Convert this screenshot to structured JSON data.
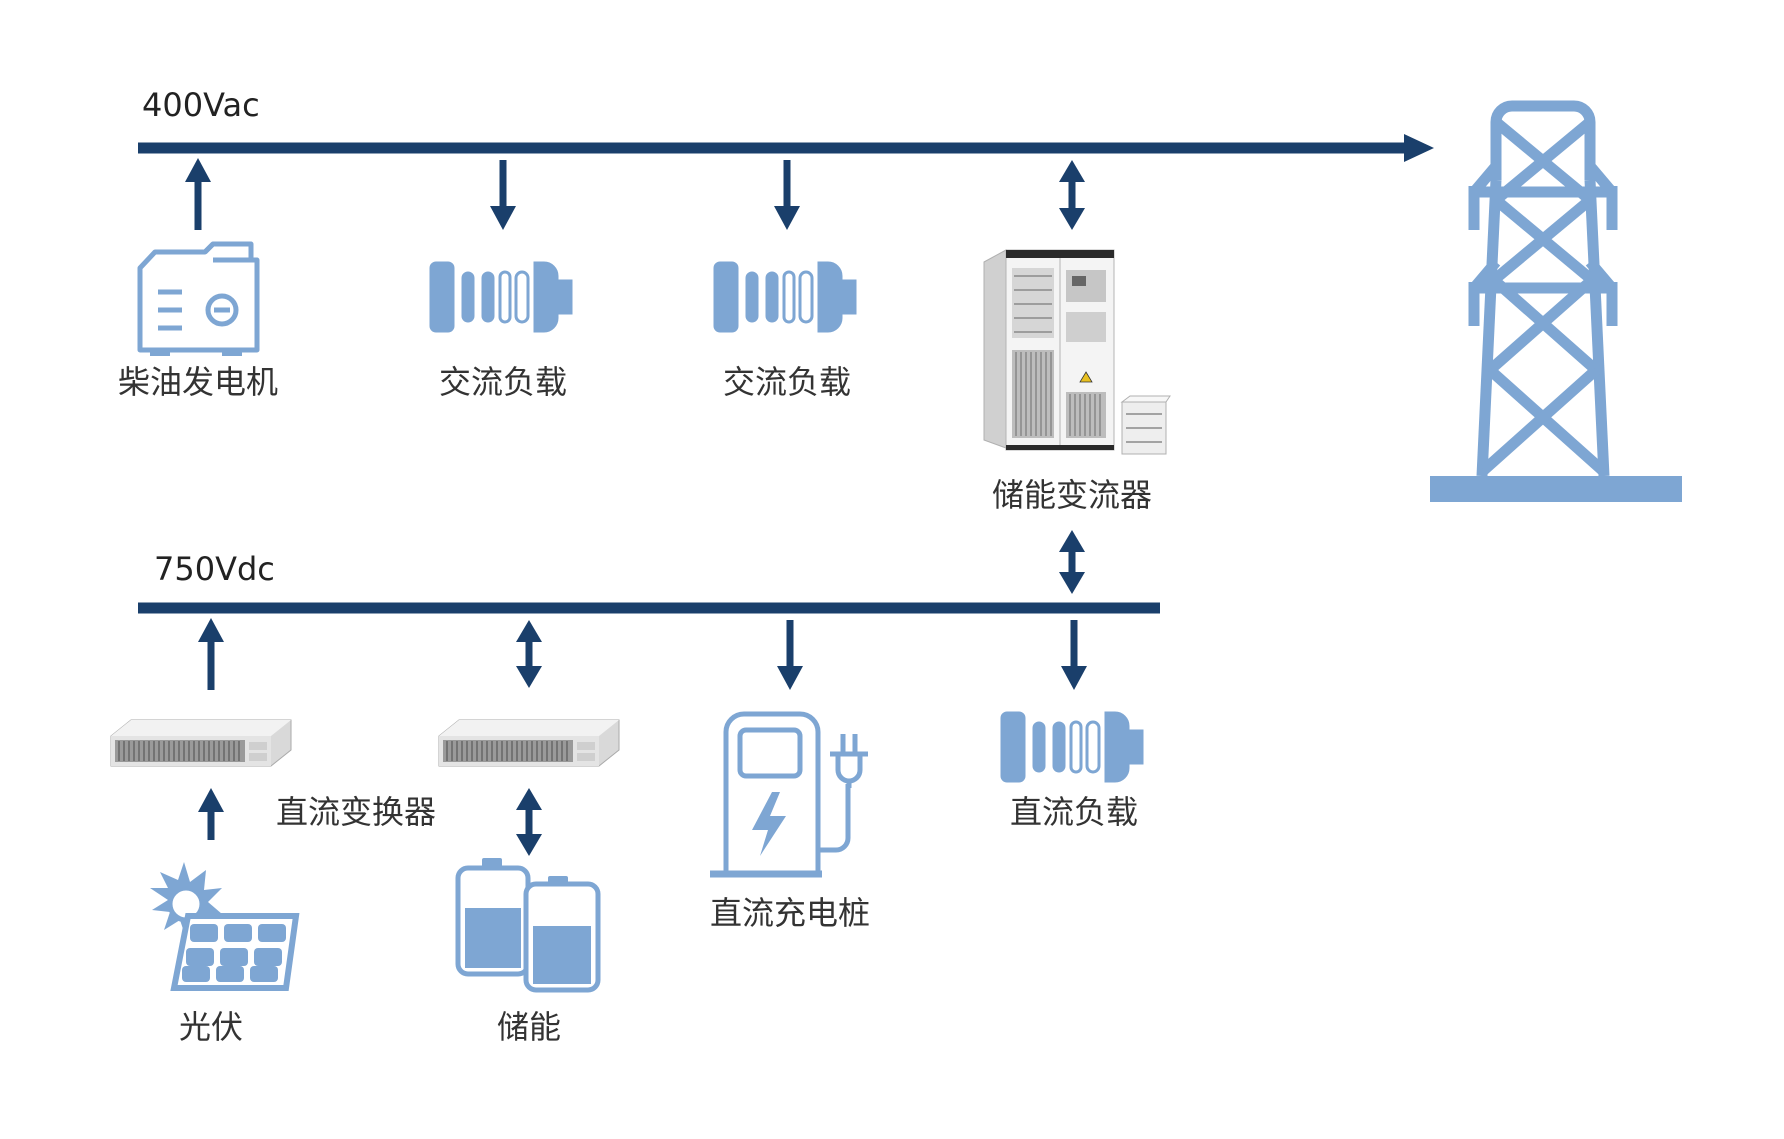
{
  "colors": {
    "bus": "#1a3f6b",
    "icon": "#7ea6d3",
    "text": "#333333",
    "device_panel": "#e8e8e8",
    "device_vent": "#888888"
  },
  "buses": {
    "ac": {
      "label": "400Vac"
    },
    "dc": {
      "label": "750Vdc"
    }
  },
  "devices": {
    "diesel_generator": {
      "label": "柴油发电机",
      "icon": "diesel-generator-icon"
    },
    "ac_load_1": {
      "label": "交流负载",
      "icon": "load-icon"
    },
    "ac_load_2": {
      "label": "交流负载",
      "icon": "load-icon"
    },
    "pcs": {
      "label": "储能变流器",
      "icon": "storage-converter-cabinet-icon"
    },
    "grid": {
      "icon": "transmission-tower-icon"
    },
    "dc_converter": {
      "label": "直流变换器",
      "icon": "dc-converter-rack-icon"
    },
    "pv": {
      "label": "光伏",
      "icon": "solar-panel-icon"
    },
    "storage": {
      "label": "储能",
      "icon": "battery-icon"
    },
    "charger": {
      "label": "直流充电桩",
      "icon": "ev-charger-icon"
    },
    "dc_load": {
      "label": "直流负载",
      "icon": "load-icon"
    }
  }
}
